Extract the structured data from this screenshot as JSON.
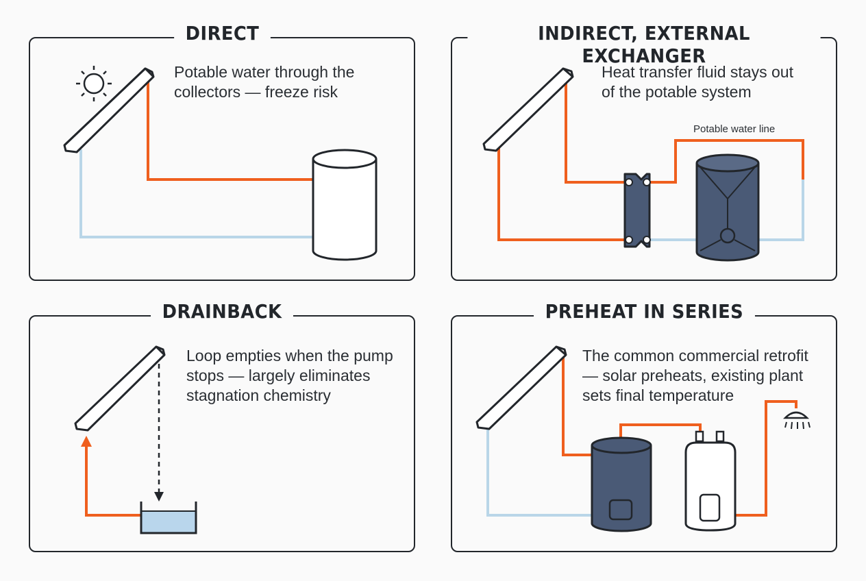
{
  "colors": {
    "hot_line": "#ef5f1e",
    "cold_line": "#b9d6e8",
    "outline": "#22262b",
    "tank_fill": "#4a5a76",
    "drain_water": "#b9d6ec",
    "background": "#fafafa"
  },
  "panels": {
    "direct": {
      "title": "DIRECT",
      "caption_lines": [
        "Potable water through the",
        "collectors — freeze risk"
      ],
      "icons": [
        "sun-icon",
        "collector-icon",
        "tank-icon"
      ]
    },
    "indirect": {
      "title": "INDIRECT, EXTERNAL EXCHANGER",
      "caption_lines": [
        "Heat transfer fluid stays out",
        "of the potable system"
      ],
      "label": "Potable water line",
      "icons": [
        "collector-icon",
        "heat-exchanger-icon",
        "tank-icon"
      ]
    },
    "drainback": {
      "title": "DRAINBACK",
      "caption_lines": [
        "Loop empties when the pump",
        "stops — largely eliminates",
        "stagnation chemistry"
      ],
      "icons": [
        "collector-icon",
        "drain-reservoir-icon",
        "arrow-up-icon",
        "arrow-down-icon"
      ]
    },
    "preheat": {
      "title": "PREHEAT IN SERIES",
      "caption_lines": [
        "The common commercial retrofit",
        "— solar preheats, existing plant",
        "sets final temperature"
      ],
      "icons": [
        "collector-icon",
        "preheat-tank-icon",
        "water-heater-icon",
        "shower-icon"
      ]
    }
  }
}
